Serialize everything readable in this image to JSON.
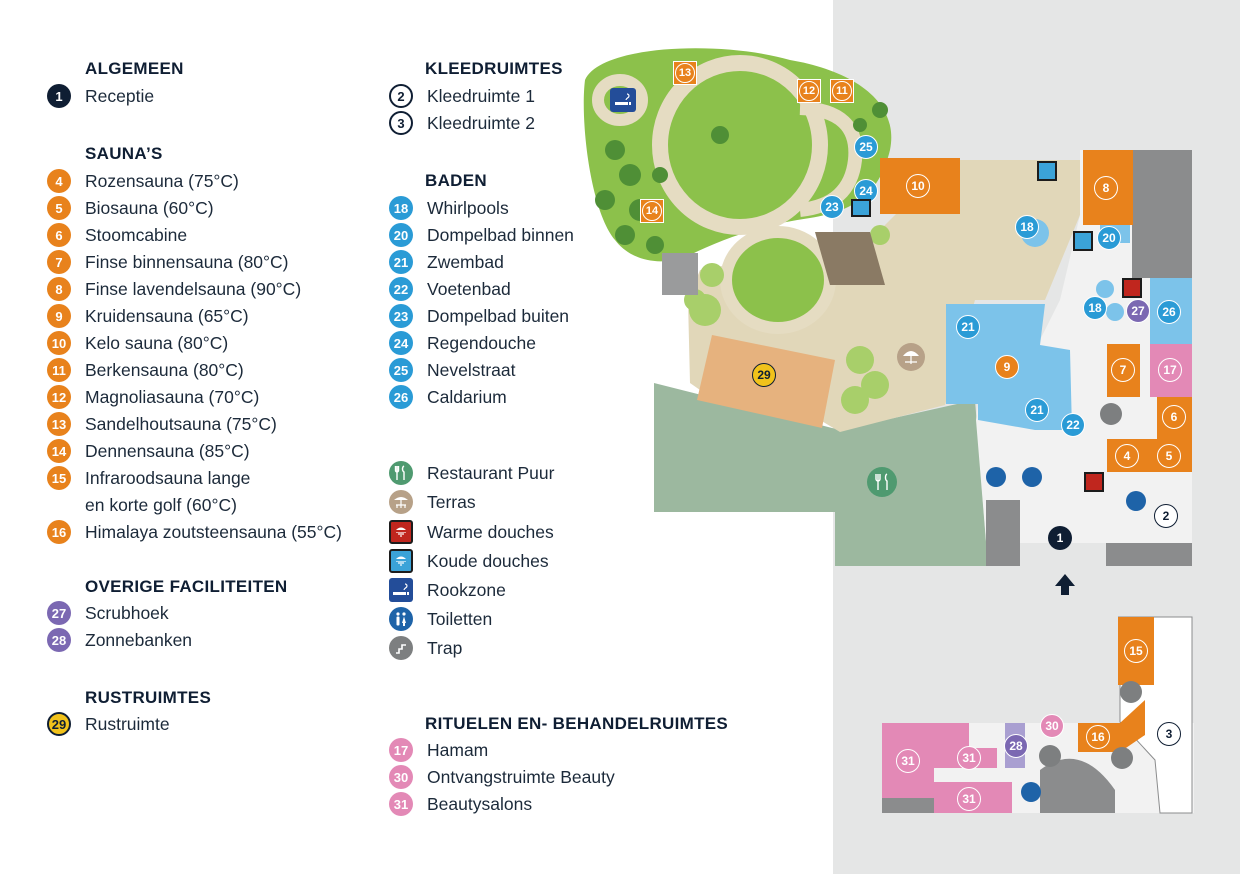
{
  "legend": {
    "algemeen": {
      "title": "ALGEMEEN",
      "items": [
        {
          "num": "1",
          "label": "Receptie"
        }
      ]
    },
    "saunas": {
      "title": "SAUNA’S",
      "items": [
        {
          "num": "4",
          "label": "Rozensauna (75°C)"
        },
        {
          "num": "5",
          "label": "Biosauna (60°C)"
        },
        {
          "num": "6",
          "label": "Stoomcabine"
        },
        {
          "num": "7",
          "label": "Finse binnensauna (80°C)"
        },
        {
          "num": "8",
          "label": "Finse lavendelsauna (90°C)"
        },
        {
          "num": "9",
          "label": "Kruidensauna (65°C)"
        },
        {
          "num": "10",
          "label": "Kelo sauna (80°C)"
        },
        {
          "num": "11",
          "label": "Berkensauna (80°C)"
        },
        {
          "num": "12",
          "label": "Magnoliasauna (70°C)"
        },
        {
          "num": "13",
          "label": "Sandelhoutsauna (75°C)"
        },
        {
          "num": "14",
          "label": "Dennensauna (85°C)"
        },
        {
          "num": "15",
          "label": "Infraroodsauna lange",
          "label2": "en korte golf (60°C)"
        },
        {
          "num": "16",
          "label": "Himalaya zoutsteensauna (55°C)"
        }
      ]
    },
    "overige": {
      "title": "OVERIGE FACILITEITEN",
      "items": [
        {
          "num": "27",
          "label": "Scrubhoek"
        },
        {
          "num": "28",
          "label": "Zonnebanken"
        }
      ]
    },
    "rust": {
      "title": "RUSTRUIMTES",
      "items": [
        {
          "num": "29",
          "label": "Rustruimte"
        }
      ]
    },
    "kleed": {
      "title": "KLEEDRUIMTES",
      "items": [
        {
          "num": "2",
          "label": "Kleedruimte 1"
        },
        {
          "num": "3",
          "label": "Kleedruimte 2"
        }
      ]
    },
    "baden": {
      "title": "BADEN",
      "items": [
        {
          "num": "18",
          "label": "Whirlpools"
        },
        {
          "num": "20",
          "label": "Dompelbad binnen"
        },
        {
          "num": "21",
          "label": "Zwembad"
        },
        {
          "num": "22",
          "label": "Voetenbad"
        },
        {
          "num": "23",
          "label": "Dompelbad buiten"
        },
        {
          "num": "24",
          "label": "Regendouche"
        },
        {
          "num": "25",
          "label": "Nevelstraat"
        },
        {
          "num": "26",
          "label": "Caldarium"
        }
      ]
    },
    "icons": {
      "items": [
        {
          "icon": "restaurant-icon",
          "label": "Restaurant Puur"
        },
        {
          "icon": "terrace-icon",
          "label": "Terras"
        },
        {
          "icon": "warm-shower-icon",
          "label": "Warme douches"
        },
        {
          "icon": "cold-shower-icon",
          "label": "Koude douches"
        },
        {
          "icon": "smoking-icon",
          "label": "Rookzone"
        },
        {
          "icon": "toilet-icon",
          "label": "Toiletten"
        },
        {
          "icon": "stairs-icon",
          "label": "Trap"
        }
      ]
    },
    "rituelen": {
      "title": "RITUELEN EN- BEHANDELRUIMTES",
      "items": [
        {
          "num": "17",
          "label": "Hamam"
        },
        {
          "num": "30",
          "label": "Ontvangstruimte Beauty"
        },
        {
          "num": "31",
          "label": "Beautysalons"
        }
      ]
    }
  },
  "map_labels": {
    "n1": "1",
    "n2": "2",
    "n3": "3",
    "n4": "4",
    "n5": "5",
    "n6": "6",
    "n7": "7",
    "n8": "8",
    "n9": "9",
    "n10": "10",
    "n11": "11",
    "n12": "12",
    "n13": "13",
    "n14": "14",
    "n15": "15",
    "n16": "16",
    "n17": "17",
    "n18": "18",
    "n20": "20",
    "n21": "21",
    "n22": "22",
    "n23": "23",
    "n24": "24",
    "n25": "25",
    "n26": "26",
    "n27": "27",
    "n28": "28",
    "n29": "29",
    "n30": "30",
    "n31": "31"
  },
  "colors": {
    "sauna": "#e8821c",
    "bath": "#2a9bd6",
    "scrub": "#7b68b2",
    "beauty": "#e389b6",
    "rest": "#f1c21b",
    "navy": "#0f1e33",
    "garden": "#8cc14b",
    "restaurant": "#9cb89f",
    "terrace": "#e1d7b9"
  }
}
